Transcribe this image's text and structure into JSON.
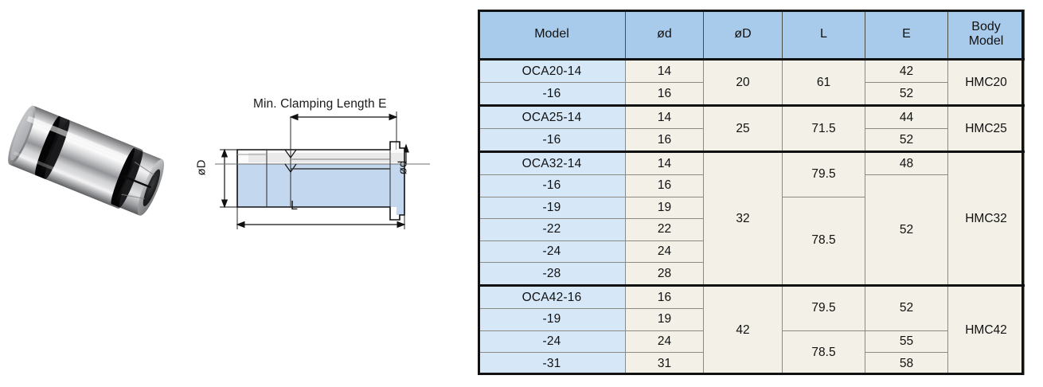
{
  "photo": {
    "alt_name": "collet-sleeve-photo",
    "description": "Metallic OCA collet sleeve with two black o-ring bands and slotted clamping nose"
  },
  "drawing": {
    "title": "Min. Clamping Length E",
    "label_outer_diameter": "øD",
    "label_inner_diameter": "ød",
    "label_length": "L"
  },
  "colors": {
    "header_blue": "#a9cbeb",
    "model_blue": "#d6e8f8",
    "cell_cream": "#f3f0e7",
    "border_dark": "#111111",
    "border_light": "#8b8b84",
    "drawing_fill_blue": "#c3d8ee"
  },
  "table": {
    "headers": [
      "Model",
      "ød",
      "øD",
      "L",
      "E",
      "Body Model"
    ],
    "header_body_model_line1": "Body",
    "header_body_model_line2": "Model",
    "groups": [
      {
        "name": "OCA20",
        "body_model": "HMC20",
        "oD": "20",
        "rows": [
          {
            "model": "OCA20-14",
            "od": "14",
            "L": "61",
            "L_span": 2,
            "E": "42",
            "E_span": 1
          },
          {
            "model": "-16",
            "od": "16",
            "E": "52",
            "E_span": 1
          }
        ]
      },
      {
        "name": "OCA25",
        "body_model": "HMC25",
        "oD": "25",
        "rows": [
          {
            "model": "OCA25-14",
            "od": "14",
            "L": "71.5",
            "L_span": 2,
            "E": "44",
            "E_span": 1
          },
          {
            "model": "-16",
            "od": "16",
            "E": "52",
            "E_span": 1
          }
        ]
      },
      {
        "name": "OCA32",
        "body_model": "HMC32",
        "oD": "32",
        "rows": [
          {
            "model": "OCA32-14",
            "od": "14",
            "L": "79.5",
            "L_span": 2,
            "E": "48",
            "E_span": 1
          },
          {
            "model": "-16",
            "od": "16",
            "E": "52",
            "E_span": 5
          },
          {
            "model": "-19",
            "od": "19",
            "L": "78.5",
            "L_span": 4
          },
          {
            "model": "-22",
            "od": "22"
          },
          {
            "model": "-24",
            "od": "24"
          },
          {
            "model": "-28",
            "od": "28"
          }
        ]
      },
      {
        "name": "OCA42",
        "body_model": "HMC42",
        "oD": "42",
        "rows": [
          {
            "model": "OCA42-16",
            "od": "16",
            "L": "79.5",
            "L_span": 2,
            "E": "52",
            "E_span": 2
          },
          {
            "model": "-19",
            "od": "19"
          },
          {
            "model": "-24",
            "od": "24",
            "L": "78.5",
            "L_span": 2,
            "E": "55",
            "E_span": 1
          },
          {
            "model": "-31",
            "od": "31",
            "E": "58",
            "E_span": 1
          }
        ]
      }
    ]
  }
}
